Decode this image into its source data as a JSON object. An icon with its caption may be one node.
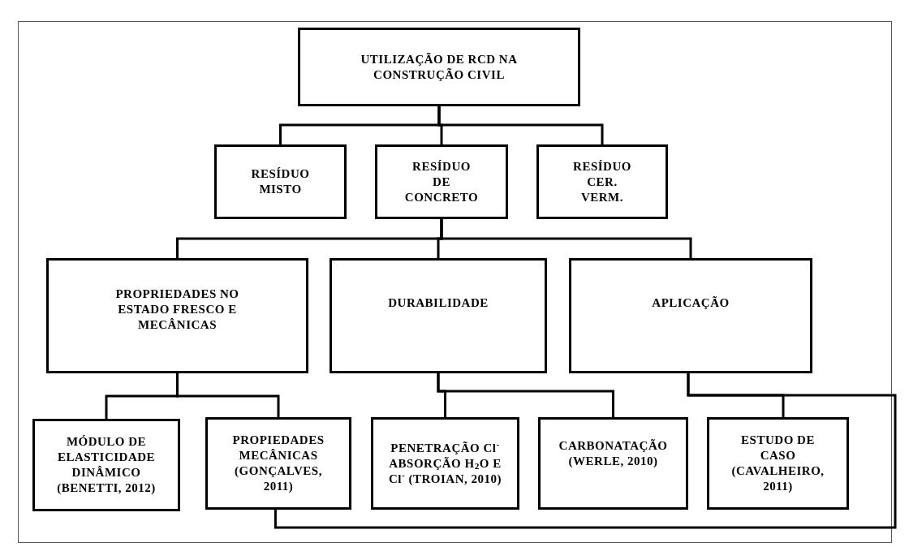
{
  "diagram": {
    "nodes": [
      {
        "text": [
          "UTILIZAÇÃO DE RCD NA CONSTRUÇÃO CIVIL"
        ]
      },
      {
        "text": [
          "RESÍDUO MISTO"
        ]
      },
      {
        "text": [
          "RESÍDUO DE CONCRETO"
        ]
      },
      {
        "text": [
          "RESÍDUO CER. VERM."
        ]
      },
      {
        "text": [
          "PROPRIEDADES NO ESTADO FRESCO E MECÂNICAS"
        ]
      },
      {
        "text": [
          "DURABILIDADE"
        ]
      },
      {
        "text": [
          "APLICAÇÃO"
        ]
      },
      {
        "text": [
          "MÓDULO DE ELASTICIDADE DINÂMICO (BENETTI, 2012)"
        ]
      },
      {
        "text": [
          "PROPIEDADES MECÂNICAS (GONÇALVES, 2011)"
        ]
      },
      {
        "text": [
          "PENETRAÇÃO Cl$^{-}$ ABSORÇÃO H$_{2}$O E Cl$^{-}$ (TROIAN, 2010)"
        ]
      },
      {
        "text": [
          "CARBONATAÇÃO (WERLE, 2010)"
        ]
      },
      {
        "text": [
          "ESTUDO DE CASO (CAVALHEIRO, 2011)"
        ]
      }
    ],
    "edges": [
      {
        "from": 0,
        "to": 1,
        "arrow": "none"
      },
      {
        "from": 0,
        "to": 2,
        "arrow": "none"
      },
      {
        "from": 0,
        "to": 3,
        "arrow": "none"
      },
      {
        "from": 2,
        "to": 4,
        "arrow": "none"
      },
      {
        "from": 2,
        "to": 5,
        "arrow": "none"
      },
      {
        "from": 2,
        "to": 6,
        "arrow": "none"
      },
      {
        "from": 4,
        "to": 7,
        "arrow": "none"
      },
      {
        "from": 4,
        "to": 8,
        "arrow": "none"
      },
      {
        "from": 5,
        "to": 9,
        "arrow": "none"
      },
      {
        "from": 5,
        "to": 10,
        "arrow": "none"
      },
      {
        "from": 6,
        "to": 11,
        "arrow": "none"
      },
      {
        "from": 6,
        "to": 8,
        "arrow": "none"
      }
    ]
  }
}
